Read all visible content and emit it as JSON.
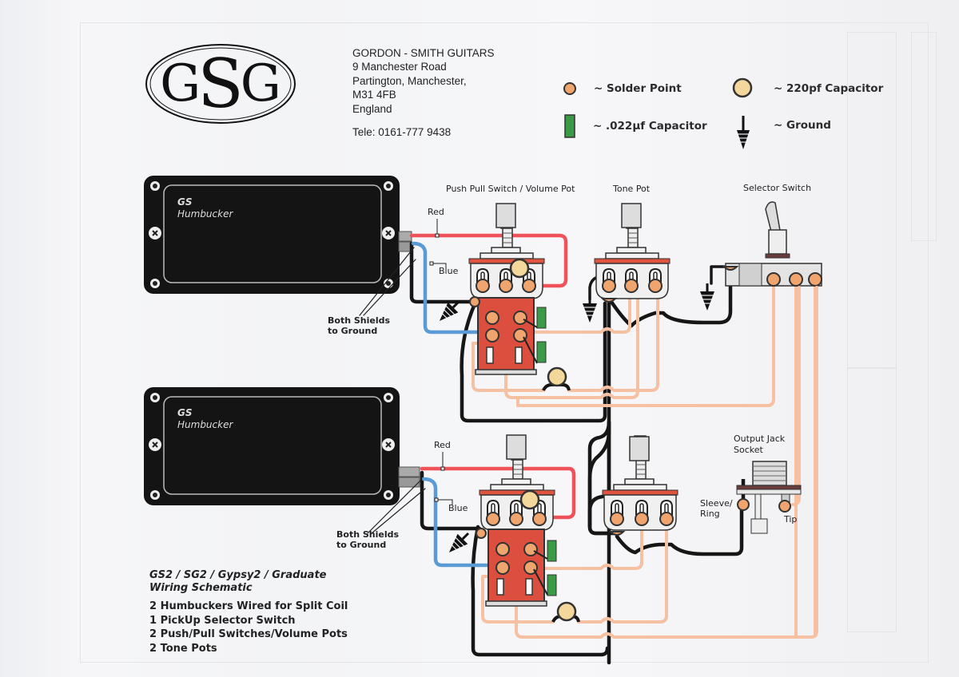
{
  "company": {
    "logo": "GSG",
    "name": "GORDON - SMITH GUITARS",
    "address_lines": [
      "9 Manchester Road",
      "Partington, Manchester,",
      "M31 4FB",
      "England"
    ],
    "telephone": "Tele: 0161-777 9438"
  },
  "legend": {
    "solder_point": "~ Solder Point",
    "capacitor_220pf": "~  220pf Capacitor",
    "capacitor_022uf": "~  .022µf Capacitor",
    "ground": "~ Ground"
  },
  "components": {
    "pickup_bridge": {
      "brand": "GS",
      "model": "Humbucker"
    },
    "pickup_neck": {
      "brand": "GS",
      "model": "Humbucker"
    },
    "push_pull_volume": "Push Pull Switch / Volume Pot",
    "tone_pot": "Tone Pot",
    "selector_switch": "Selector Switch",
    "output_jack": [
      "Output Jack",
      "Socket"
    ],
    "jack_sleeve": [
      "Sleeve/",
      "Ring"
    ],
    "jack_tip": "Tip"
  },
  "wire_labels": {
    "red": "Red",
    "blue": "Blue",
    "shields": [
      "Both Shields",
      "to Ground"
    ]
  },
  "notes": {
    "title_lines": [
      "GS2 / SG2 / Gypsy2 / Graduate",
      "Wiring Schematic"
    ],
    "items": [
      "2 Humbuckers Wired for Split Coil",
      "1 PickUp Selector Switch",
      "2 Push/Pull Switches/Volume Pots",
      "2 Tone Pots"
    ]
  },
  "colors": {
    "solder": "#f0a46e",
    "cap220": "#f4d79a",
    "cap022": "#3a9a45",
    "red_wire": "#f0525a",
    "blue_wire": "#5b9bd5",
    "hot_wire": "#f6c1a2",
    "ground_wire": "#161616",
    "switch_body": "#dc4e3e",
    "pickup": "#141414"
  }
}
